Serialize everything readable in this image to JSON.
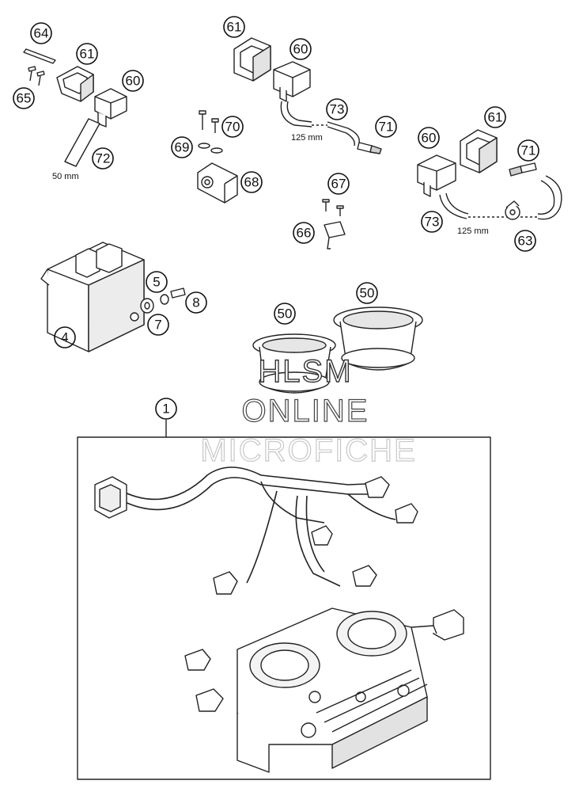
{
  "callouts": [
    "64",
    "61",
    "60",
    "65",
    "72",
    "61",
    "60",
    "73",
    "70",
    "71",
    "69",
    "68",
    "67",
    "66",
    "60",
    "61",
    "71",
    "73",
    "63",
    "5",
    "8",
    "7",
    "4",
    "50",
    "50",
    "1"
  ],
  "dimensions": [
    "50 mm",
    "125 mm",
    "125 mm"
  ],
  "watermark": {
    "line1": "HLSM",
    "line2": "ONLINE",
    "line3": "MICROFICHE"
  },
  "colors": {
    "line": "#222222",
    "fill": "#ffffff",
    "shade": "#d8d8d8"
  }
}
